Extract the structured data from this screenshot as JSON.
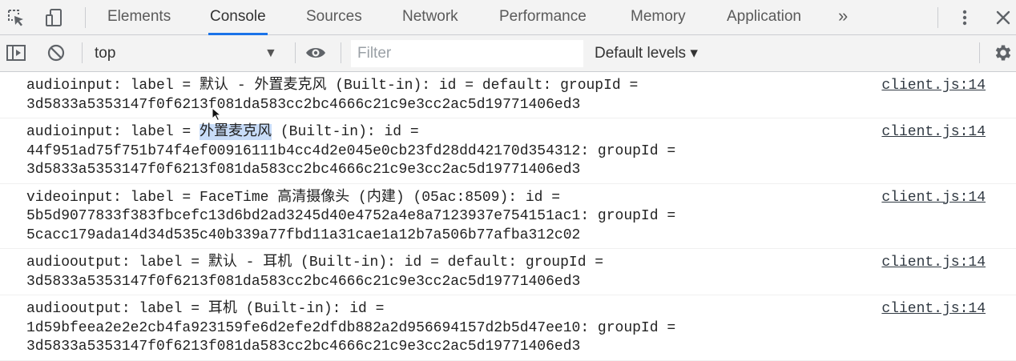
{
  "tabbar": {
    "tabs": [
      {
        "label": "Elements"
      },
      {
        "label": "Console",
        "active": true
      },
      {
        "label": "Sources"
      },
      {
        "label": "Network"
      },
      {
        "label": "Performance"
      },
      {
        "label": "Memory"
      },
      {
        "label": "Application"
      }
    ],
    "more": "»",
    "accent_color": "#1a73e8"
  },
  "toolbar": {
    "context": "top",
    "filter_placeholder": "Filter",
    "levels": "Default levels ▾"
  },
  "messages": [
    {
      "source": "client.js:14",
      "lines": [
        {
          "pre": "audioinput: label = 默认 - 外置麦克风 (Built-in): id = default: groupId =",
          "hl": "",
          "post": ""
        },
        {
          "pre": "3d5833a5353147f0f6213f081da583cc2bc4666c21c9e3cc2ac5d19771406ed3",
          "hl": "",
          "post": ""
        }
      ]
    },
    {
      "source": "client.js:14",
      "lines": [
        {
          "pre": "audioinput: label = ",
          "hl": "外置麦克风",
          "post": " (Built-in): id ="
        },
        {
          "pre": "44f951ad75f751b74f4ef00916111b4cc4d2e045e0cb23fd28dd42170d354312: groupId =",
          "hl": "",
          "post": ""
        },
        {
          "pre": "3d5833a5353147f0f6213f081da583cc2bc4666c21c9e3cc2ac5d19771406ed3",
          "hl": "",
          "post": ""
        }
      ]
    },
    {
      "source": "client.js:14",
      "lines": [
        {
          "pre": "videoinput: label = FaceTime 高清摄像头 (内建) (05ac:8509): id =",
          "hl": "",
          "post": ""
        },
        {
          "pre": "5b5d9077833f383fbcefc13d6bd2ad3245d40e4752a4e8a7123937e754151ac1: groupId =",
          "hl": "",
          "post": ""
        },
        {
          "pre": "5cacc179ada14d34d535c40b339a77fbd11a31cae1a12b7a506b77afba312c02",
          "hl": "",
          "post": ""
        }
      ]
    },
    {
      "source": "client.js:14",
      "lines": [
        {
          "pre": "audiooutput: label = 默认 - 耳机 (Built-in): id = default: groupId =",
          "hl": "",
          "post": ""
        },
        {
          "pre": "3d5833a5353147f0f6213f081da583cc2bc4666c21c9e3cc2ac5d19771406ed3",
          "hl": "",
          "post": ""
        }
      ]
    },
    {
      "source": "client.js:14",
      "lines": [
        {
          "pre": "audiooutput: label = 耳机 (Built-in): id =",
          "hl": "",
          "post": ""
        },
        {
          "pre": "1d59bfeea2e2e2cb4fa923159fe6d2efe2dfdb882a2d956694157d2b5d47ee10: groupId =",
          "hl": "",
          "post": ""
        },
        {
          "pre": "3d5833a5353147f0f6213f081da583cc2bc4666c21c9e3cc2ac5d19771406ed3",
          "hl": "",
          "post": ""
        }
      ]
    }
  ],
  "icons": {
    "inspect": "inspect-element-icon",
    "device": "device-toolbar-icon",
    "kebab": "more-vertical-icon",
    "close": "close-icon",
    "sidebar": "console-sidebar-icon",
    "clear": "clear-console-icon",
    "eye": "live-expression-icon",
    "settings": "gear-icon"
  }
}
